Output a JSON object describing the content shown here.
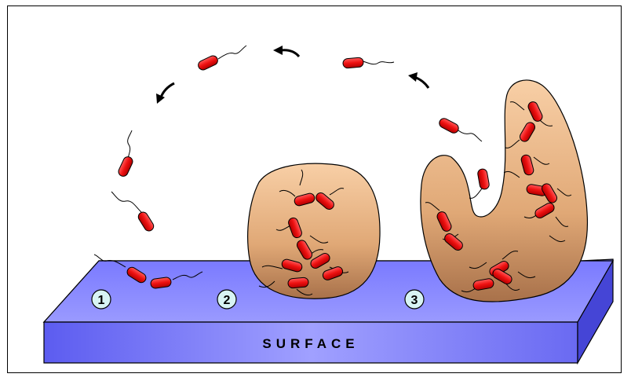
{
  "surface": {
    "label": "SURFACE",
    "top_color": "#8080ff",
    "front_color": "#6b6bf5",
    "side_color": "#4545d6"
  },
  "stages": [
    {
      "number": "1"
    },
    {
      "number": "2"
    },
    {
      "number": "3"
    }
  ],
  "colors": {
    "bacterium": "#ee1111",
    "matrix_light": "#f6c89a",
    "matrix_dark": "#a8714a",
    "stage_circle": "#d8f4f4"
  },
  "icons": [
    "curved-arrow-icon",
    "bacterium-icon",
    "biofilm-matrix-icon"
  ]
}
